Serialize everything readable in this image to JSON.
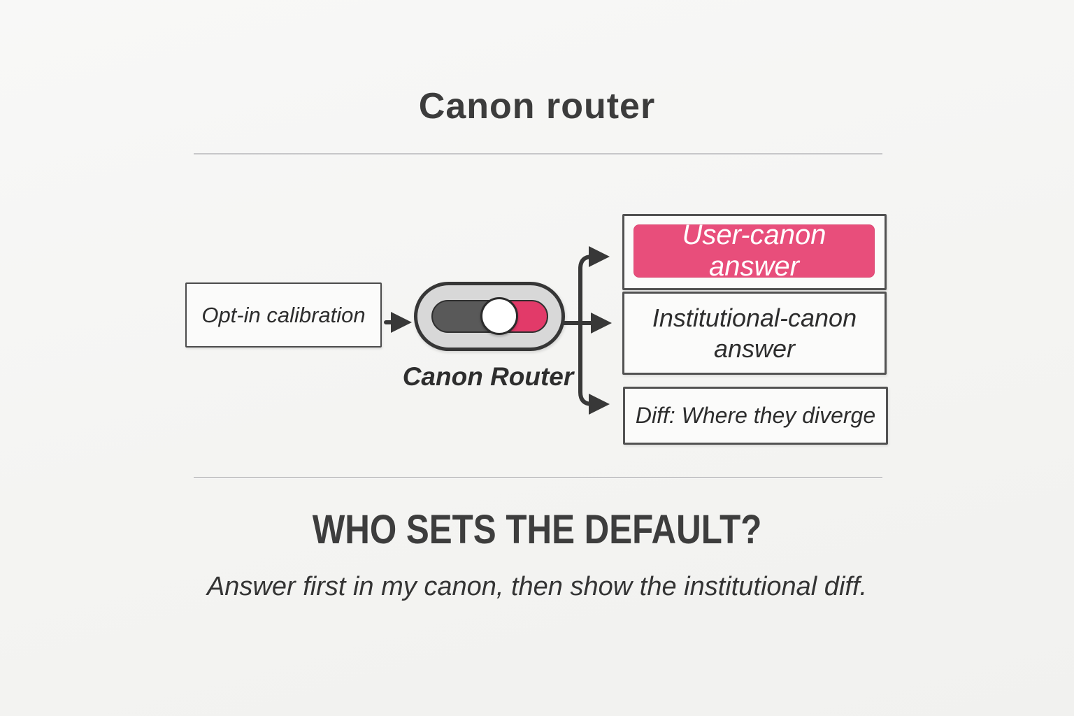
{
  "page": {
    "title": "Canon router",
    "section_heading": "WHO SETS THE DEFAULT?",
    "subtitle": "Answer first in my canon, then show the institutional diff."
  },
  "diagram": {
    "input": {
      "label": "Opt-in calibration"
    },
    "router": {
      "label": "Canon Router",
      "toggle_state": "on"
    },
    "outputs": [
      {
        "label": "User-canon answer",
        "highlighted": true
      },
      {
        "label": "Institutional-canon answer",
        "highlighted": false
      },
      {
        "label": "Diff: Where they diverge",
        "highlighted": false
      }
    ]
  },
  "colors": {
    "accent_pink": "#E84E7B",
    "toggle_pink": "#E23A69",
    "toggle_track_dark": "#595959",
    "toggle_capsule_gray": "#D8D8D8",
    "arrow_dark": "#383838",
    "text_dark": "#2E2E2E",
    "background": "#F5F5F3"
  }
}
